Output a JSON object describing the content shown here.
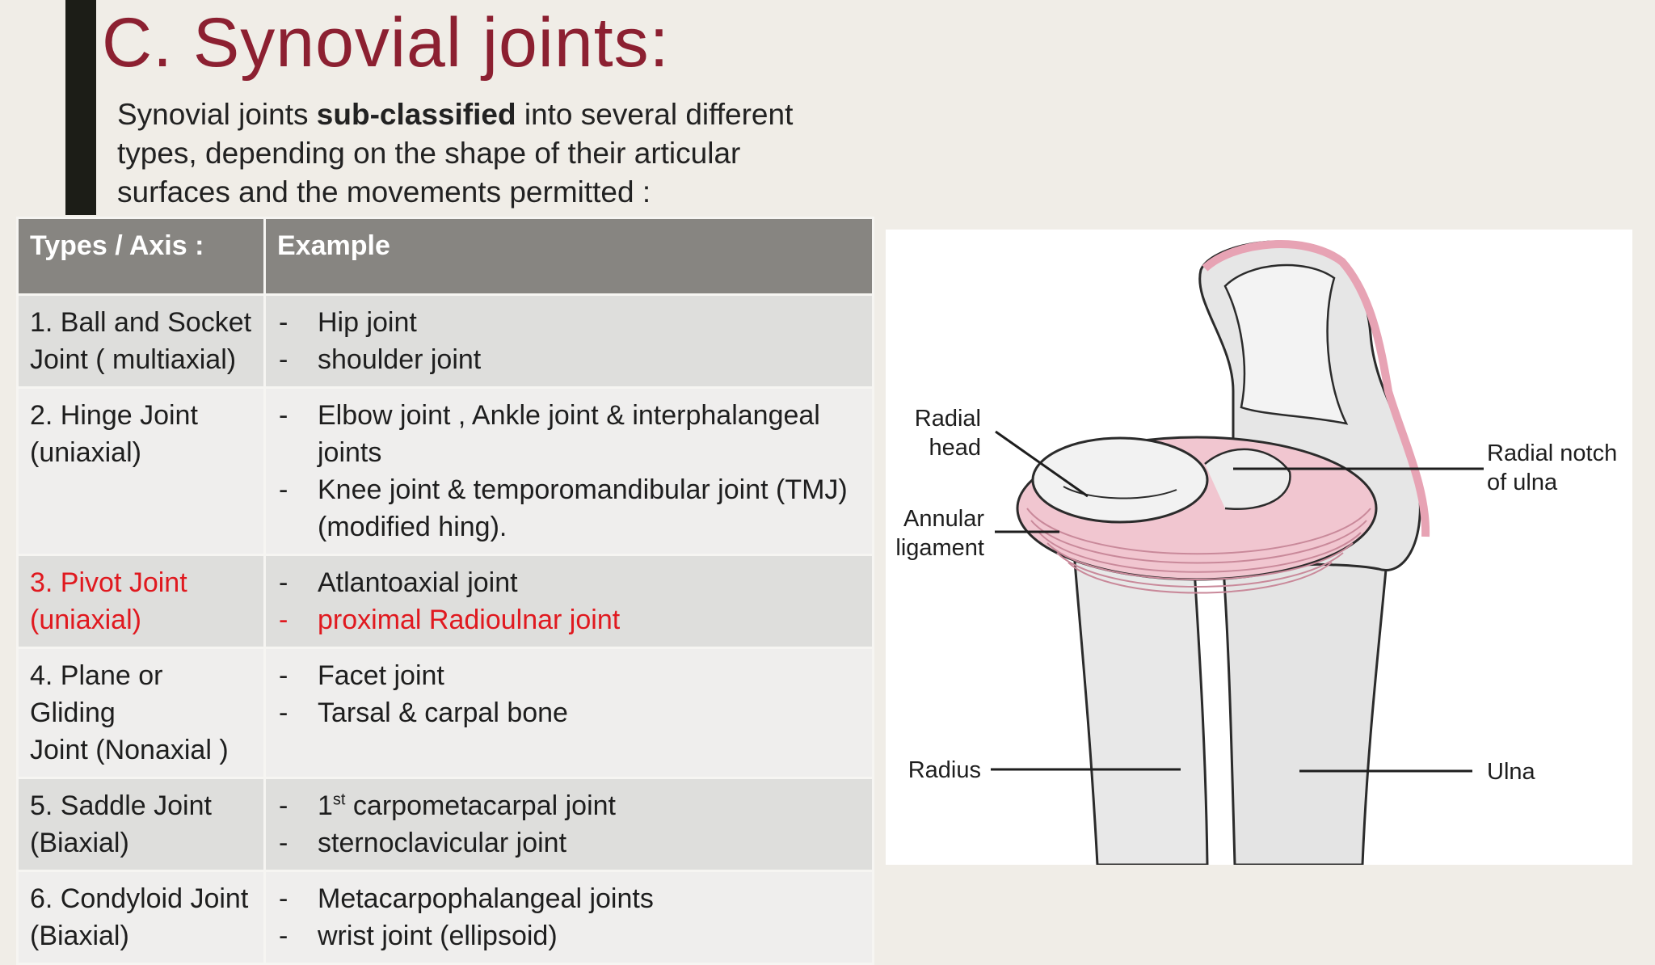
{
  "slide": {
    "title": "C. Synovial joints:",
    "intro": {
      "before": "Synovial joints ",
      "bold": "sub-classified",
      "after": " into several different types, depending on the shape of their articular surfaces and the movements permitted :"
    }
  },
  "table": {
    "headers": [
      "Types / Axis :",
      "Example"
    ],
    "rows": [
      {
        "type_line1": "1. Ball and Socket",
        "type_line2": "Joint ( multiaxial)",
        "examples": [
          "Hip joint",
          "shoulder joint"
        ]
      },
      {
        "type_line1": "2. Hinge Joint",
        "type_line2": "(uniaxial)",
        "examples": [
          "Elbow joint , Ankle joint & interphalangeal joints",
          "Knee joint & temporomandibular joint (TMJ)  (modified hing)."
        ]
      },
      {
        "type_line1": "3. Pivot Joint",
        "type_line2": "(uniaxial)",
        "examples": [
          "Atlantoaxial joint",
          "proximal Radioulnar joint"
        ]
      },
      {
        "type_line1": "4. Plane or Gliding",
        "type_line2": "Joint (Nonaxial )",
        "examples": [
          "Facet joint",
          "Tarsal & carpal bone"
        ]
      },
      {
        "type_line1": "5. Saddle Joint",
        "type_line2": "(Biaxial)",
        "examples": [
          "1",
          "st",
          " carpometacarpal joint",
          "sternoclavicular joint"
        ]
      },
      {
        "type_line1": "6. Condyloid Joint",
        "type_line2": "(Biaxial)",
        "examples": [
          "Metacarpophalangeal joints",
          "wrist joint (ellipsoid)"
        ]
      }
    ]
  },
  "figure": {
    "labels": {
      "radial_head_1": "Radial",
      "radial_head_2": "head",
      "annular_1": "Annular",
      "annular_2": "ligament",
      "radius": "Radius",
      "notch_1": "Radial notch",
      "notch_2": "of ulna",
      "ulna": "Ulna"
    }
  },
  "colors": {
    "title": "#8c2031",
    "highlight": "#e0191f",
    "header_bg": "#878581",
    "ligament": "#e7a3b4"
  }
}
